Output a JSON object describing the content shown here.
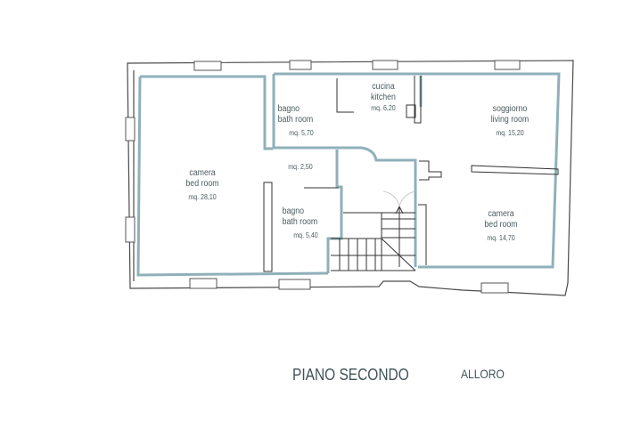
{
  "plan": {
    "title": "PIANO SECONDO",
    "name": "ALLORO",
    "colors": {
      "inner_wall": "#8fb0ba",
      "outer_wall": "#444444",
      "text": "#4a5a5e"
    }
  },
  "rooms": [
    {
      "id": "camera-1",
      "name_it": "camera",
      "name_en": "bed room",
      "area": "mq. 28,10"
    },
    {
      "id": "bagno-1",
      "name_it": "bagno",
      "name_en": "bath room",
      "area": "mq. 5,70"
    },
    {
      "id": "cucina",
      "name_it": "cucina",
      "name_en": "kitchen",
      "area": "mq. 6,20"
    },
    {
      "id": "soggiorno",
      "name_it": "soggiorno",
      "name_en": "living room",
      "area": "mq. 15,20"
    },
    {
      "id": "disimpegno",
      "area": "mq. 2,50"
    },
    {
      "id": "bagno-2",
      "name_it": "bagno",
      "name_en": "bath room",
      "area": "mq. 5,40"
    },
    {
      "id": "camera-2",
      "name_it": "camera",
      "name_en": "bed room",
      "area": "mq. 14,70"
    }
  ]
}
